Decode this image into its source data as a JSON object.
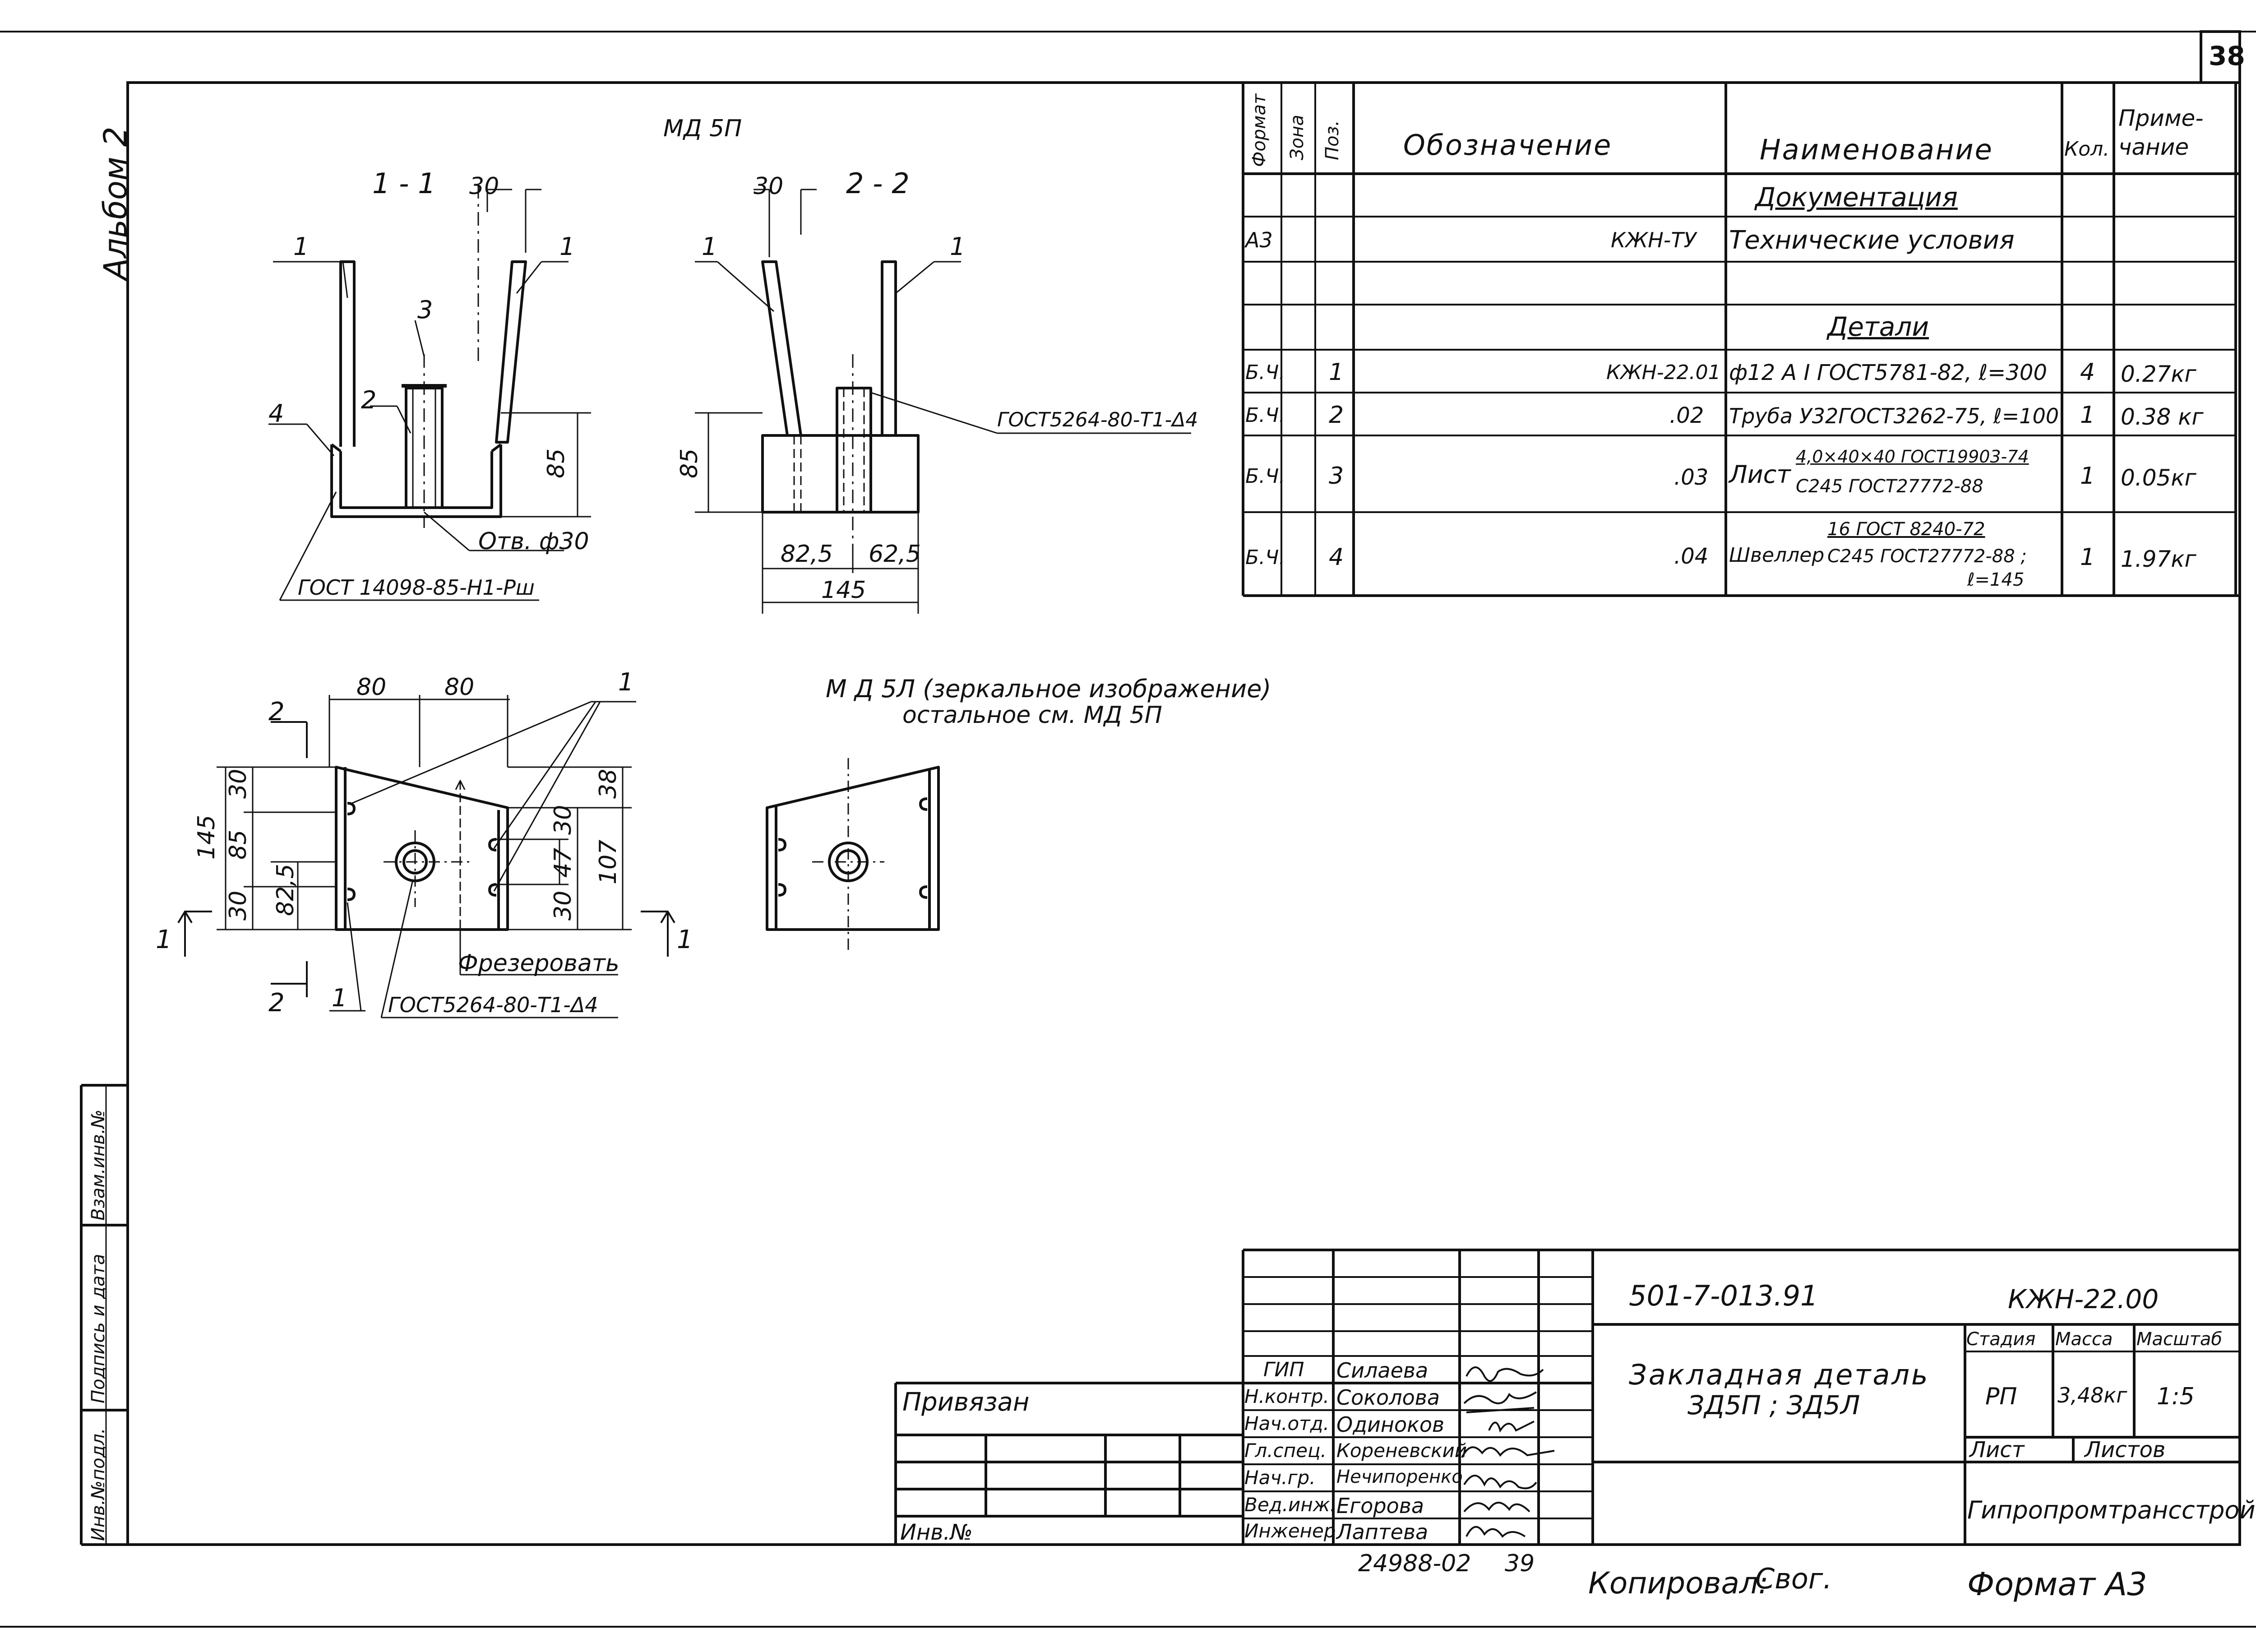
{
  "sheet": {
    "page_number": "38",
    "album_label": "Альбом 2",
    "format_label": "Формат А3",
    "copied_label": "Копировал:",
    "copied_sign": "Свог.",
    "bottom_code": "24988-02",
    "bottom_page": "39",
    "side_stamp": [
      "Инв.№подл.",
      "Подпись и дата",
      "Взам.инв.№"
    ]
  },
  "drawing": {
    "part_title_right": "МД 5П",
    "section_1": "1 - 1",
    "section_2": "2 - 2",
    "mirror_note_1": "М Д 5Л (зеркальное изображение)",
    "mirror_note_2": "остальное см.  МД 5П",
    "hole_note": "Отв. ф30",
    "weld_note_1": "ГОСТ 14098-85-Н1-Рш",
    "weld_note_2": "ГОСТ5264-80-Т1-Δ4",
    "weld_note_3": "ГОСТ5264-80-Т1-Δ4",
    "mill_note": "Фрезеровать",
    "pos_1": "1",
    "pos_2": "2",
    "pos_3": "3",
    "pos_4": "4",
    "dim_30": "30",
    "dim_85": "85",
    "dim_80": "80",
    "dim_82_5": "82,5",
    "dim_62_5": "62,5",
    "dim_145": "145",
    "dim_38": "38",
    "dim_107": "107",
    "dim_47": "47",
    "cut_1": "1",
    "cut_2": "2"
  },
  "spec_table": {
    "headers": {
      "format": "Формат",
      "zone": "Зона",
      "pos": "Поз.",
      "designation": "Обозначение",
      "name": "Наименование",
      "qty": "Кол.",
      "note": "Приме-чание"
    },
    "section_docs": "Документация",
    "section_parts": "Детали",
    "rows": [
      {
        "format": "А3",
        "zone": "",
        "pos": "",
        "designation": "КЖН-ТУ",
        "name": "Технические условия",
        "qty": "",
        "note": ""
      },
      {
        "format": "Б.Ч.",
        "zone": "",
        "pos": "1",
        "designation": "КЖН-22.01",
        "name": "ф12 А I ГОСТ5781-82, ℓ=300",
        "qty": "4",
        "note": "0.27кг"
      },
      {
        "format": "Б.Ч.",
        "zone": "",
        "pos": "2",
        "designation": ".02",
        "name": "Труба У32ГОСТ3262-75, ℓ=100",
        "qty": "1",
        "note": "0.38 кг"
      },
      {
        "format": "Б.Ч.",
        "zone": "",
        "pos": "3",
        "designation": ".03",
        "name": "Лист",
        "name_top": "4,0×40×40 ГОСТ19903-74",
        "name_bottom": "С245 ГОСТ27772-88",
        "qty": "1",
        "note": "0.05кг"
      },
      {
        "format": "Б.Ч.",
        "zone": "",
        "pos": "4",
        "designation": ".04",
        "name": "Швеллер",
        "name_top": "16 ГОСТ 8240-72",
        "name_bottom": "С245 ГОСТ27772-88 ;",
        "name_extra": "ℓ=145",
        "qty": "1",
        "note": "1.97кг"
      }
    ]
  },
  "title_block": {
    "doc_number": "501-7-013.91",
    "code": "КЖН-22.00",
    "title_line1": "Закладная  деталь",
    "title_line2": "ЗД5П ; ЗД5Л",
    "stage_header": "Стадия",
    "mass_header": "Масса",
    "scale_header": "Масштаб",
    "stage": "РП",
    "mass": "3,48кг",
    "scale": "1:5",
    "sheet_label": "Лист",
    "sheets_label": "Листов",
    "org": "Гипропромтрансстрой",
    "privyazan": "Привязан",
    "inv_label": "Инв.№",
    "staff": [
      {
        "role": "ГИП",
        "name": "Силаева"
      },
      {
        "role": "Н.контр.",
        "name": "Соколова"
      },
      {
        "role": "Нач.отд.",
        "name": "Одиноков"
      },
      {
        "role": "Гл.спец.",
        "name": "Кореневский"
      },
      {
        "role": "Нач.гр.",
        "name": "Нечипоренко"
      },
      {
        "role": "Вед.инж.",
        "name": "Егорова"
      },
      {
        "role": "Инженер",
        "name": "Лаптева"
      }
    ]
  }
}
